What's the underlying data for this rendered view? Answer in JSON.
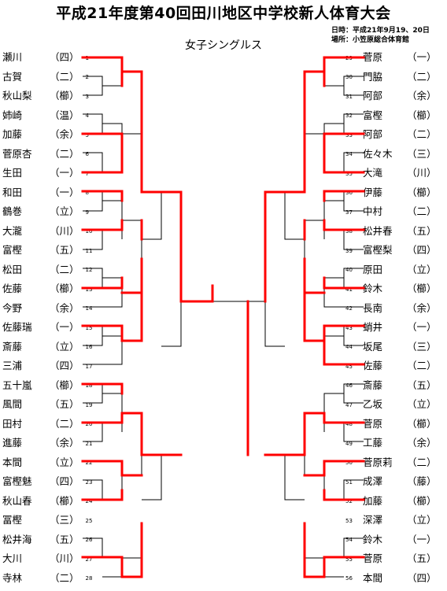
{
  "title": "平成21年度第40回田川地区中学校新人体育大会",
  "subtitle": "女子シングルス",
  "meta": {
    "date_label": "日時",
    "date_value": "：平成21年9月19、20日",
    "venue_label": "場所",
    "venue_value": "：小笠原総合体育館"
  },
  "left_players": [
    {
      "seed": "1",
      "name": "瀬川",
      "school": "（四）"
    },
    {
      "seed": "2",
      "name": "古賀",
      "school": "（二）"
    },
    {
      "seed": "3",
      "name": "秋山梨",
      "school": "（櫛）"
    },
    {
      "seed": "4",
      "name": "姉崎",
      "school": "（温）"
    },
    {
      "seed": "5",
      "name": "加藤",
      "school": "（余）"
    },
    {
      "seed": "6",
      "name": "菅原杏",
      "school": "（二）"
    },
    {
      "seed": "7",
      "name": "生田",
      "school": "（一）"
    },
    {
      "seed": "8",
      "name": "和田",
      "school": "（一）"
    },
    {
      "seed": "9",
      "name": "鶴巻",
      "school": "（立）"
    },
    {
      "seed": "10",
      "name": "大瀧",
      "school": "（川）"
    },
    {
      "seed": "11",
      "name": "富樫",
      "school": "（五）"
    },
    {
      "seed": "12",
      "name": "松田",
      "school": "（二）"
    },
    {
      "seed": "13",
      "name": "佐藤",
      "school": "（櫛）"
    },
    {
      "seed": "14",
      "name": "今野",
      "school": "（余）"
    },
    {
      "seed": "15",
      "name": "佐藤瑞",
      "school": "（一）"
    },
    {
      "seed": "16",
      "name": "斎藤",
      "school": "（立）"
    },
    {
      "seed": "17",
      "name": "三浦",
      "school": "（四）"
    },
    {
      "seed": "18",
      "name": "五十嵐",
      "school": "（櫛）"
    },
    {
      "seed": "19",
      "name": "風間",
      "school": "（五）"
    },
    {
      "seed": "20",
      "name": "田村",
      "school": "（二）"
    },
    {
      "seed": "21",
      "name": "進藤",
      "school": "（余）"
    },
    {
      "seed": "22",
      "name": "本間",
      "school": "（立）"
    },
    {
      "seed": "23",
      "name": "富樫魅",
      "school": "（四）"
    },
    {
      "seed": "24",
      "name": "秋山春",
      "school": "（櫛）"
    },
    {
      "seed": "25",
      "name": "冨樫",
      "school": "（三）"
    },
    {
      "seed": "26",
      "name": "松井海",
      "school": "（五）"
    },
    {
      "seed": "27",
      "name": "大川",
      "school": "（川）"
    },
    {
      "seed": "28",
      "name": "寺林",
      "school": "（二）"
    }
  ],
  "right_players": [
    {
      "seed": "29",
      "name": "菅原",
      "school": "（一）"
    },
    {
      "seed": "30",
      "name": "門脇",
      "school": "（二）"
    },
    {
      "seed": "31",
      "name": "阿部",
      "school": "（余）"
    },
    {
      "seed": "32",
      "name": "富樫",
      "school": "（櫛）"
    },
    {
      "seed": "33",
      "name": "阿部",
      "school": "（二）"
    },
    {
      "seed": "34",
      "name": "佐々木",
      "school": "（三）"
    },
    {
      "seed": "35",
      "name": "大滝",
      "school": "（川）"
    },
    {
      "seed": "36",
      "name": "伊藤",
      "school": "（櫛）"
    },
    {
      "seed": "37",
      "name": "中村",
      "school": "（二）"
    },
    {
      "seed": "38",
      "name": "松井春",
      "school": "（五）"
    },
    {
      "seed": "39",
      "name": "富樫梨",
      "school": "（四）"
    },
    {
      "seed": "40",
      "name": "原田",
      "school": "（立）"
    },
    {
      "seed": "41",
      "name": "鈴木",
      "school": "（櫛）"
    },
    {
      "seed": "42",
      "name": "長南",
      "school": "（余）"
    },
    {
      "seed": "43",
      "name": "蛸井",
      "school": "（一）"
    },
    {
      "seed": "44",
      "name": "坂尾",
      "school": "（三）"
    },
    {
      "seed": "45",
      "name": "佐藤",
      "school": "（二）"
    },
    {
      "seed": "46",
      "name": "斎藤",
      "school": "（五）"
    },
    {
      "seed": "47",
      "name": "乙坂",
      "school": "（立）"
    },
    {
      "seed": "48",
      "name": "菅原",
      "school": "（櫛）"
    },
    {
      "seed": "49",
      "name": "工藤",
      "school": "（余）"
    },
    {
      "seed": "50",
      "name": "菅原莉",
      "school": "（二）"
    },
    {
      "seed": "51",
      "name": "成澤",
      "school": "（藤）"
    },
    {
      "seed": "52",
      "name": "加藤",
      "school": "（櫛）"
    },
    {
      "seed": "53",
      "name": "深澤",
      "school": "（立）"
    },
    {
      "seed": "54",
      "name": "鈴木",
      "school": "（一）"
    },
    {
      "seed": "55",
      "name": "菅原",
      "school": "（五）"
    },
    {
      "seed": "56",
      "name": "本間",
      "school": "（四）"
    }
  ],
  "colors": {
    "winner_line": "#ff0000",
    "loser_line": "#000000"
  }
}
